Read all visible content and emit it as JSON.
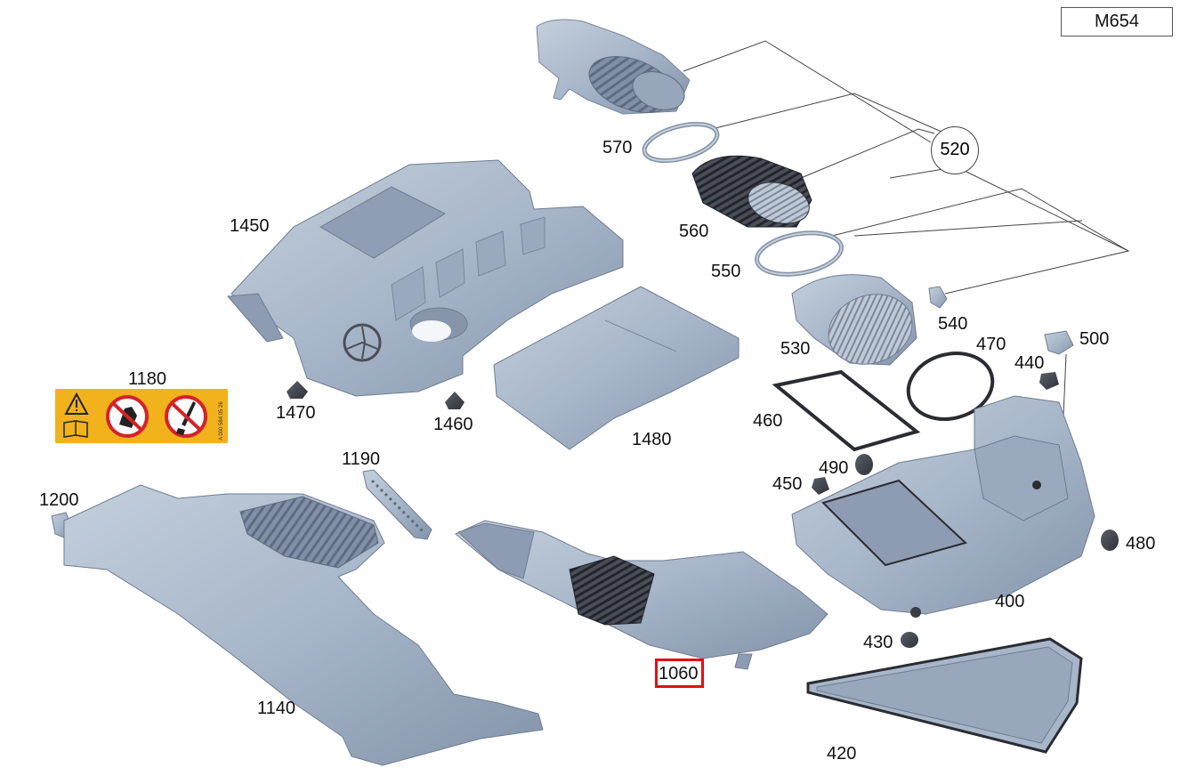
{
  "diagram": {
    "model_code": "M654",
    "colors": {
      "part_fill": "#a9b8cb",
      "part_shade": "#7e8ea5",
      "part_dark": "#3d4048",
      "highlight": "#e01010",
      "sticker": "#f2b21c"
    },
    "labels": [
      {
        "id": "570",
        "text": "570"
      },
      {
        "id": "520",
        "text": "520"
      },
      {
        "id": "560",
        "text": "560"
      },
      {
        "id": "550",
        "text": "550"
      },
      {
        "id": "540",
        "text": "540"
      },
      {
        "id": "530",
        "text": "530"
      },
      {
        "id": "470",
        "text": "470"
      },
      {
        "id": "500",
        "text": "500"
      },
      {
        "id": "440",
        "text": "440"
      },
      {
        "id": "460",
        "text": "460"
      },
      {
        "id": "490",
        "text": "490"
      },
      {
        "id": "450",
        "text": "450"
      },
      {
        "id": "480",
        "text": "480"
      },
      {
        "id": "400",
        "text": "400"
      },
      {
        "id": "430",
        "text": "430"
      },
      {
        "id": "420",
        "text": "420"
      },
      {
        "id": "1450",
        "text": "1450"
      },
      {
        "id": "1470",
        "text": "1470"
      },
      {
        "id": "1460",
        "text": "1460"
      },
      {
        "id": "1480",
        "text": "1480"
      },
      {
        "id": "1180",
        "text": "1180"
      },
      {
        "id": "1190",
        "text": "1190"
      },
      {
        "id": "1200",
        "text": "1200"
      },
      {
        "id": "1140",
        "text": "1140"
      },
      {
        "id": "1060",
        "text": "1060"
      }
    ],
    "selected_label": "1060",
    "sticker": {
      "part_number": "A 000 584 05 26",
      "icons": [
        "warning-triangle-icon",
        "manual-book-icon",
        "no-hand-icon",
        "no-tool-icon"
      ]
    }
  }
}
